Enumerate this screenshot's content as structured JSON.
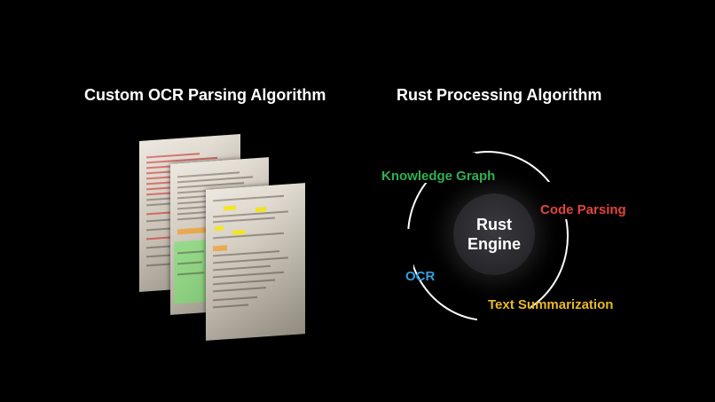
{
  "left_section": {
    "title": "Custom OCR Parsing Algorithm"
  },
  "right_section": {
    "title": "Rust Processing Algorithm",
    "center": {
      "line1": "Rust",
      "line2": "Engine"
    },
    "capabilities": [
      {
        "label": "Knowledge Graph",
        "color": "#2fb04f"
      },
      {
        "label": "Code Parsing",
        "color": "#e2453b"
      },
      {
        "label": "OCR",
        "color": "#2f9fe0"
      },
      {
        "label": "Text Summarization",
        "color": "#e8b826"
      }
    ]
  },
  "colors": {
    "background": "#000000",
    "text": "#ffffff",
    "ring": "#ffffff"
  },
  "icons": [
    "document-page-icon",
    "document-page-icon",
    "document-page-icon"
  ]
}
